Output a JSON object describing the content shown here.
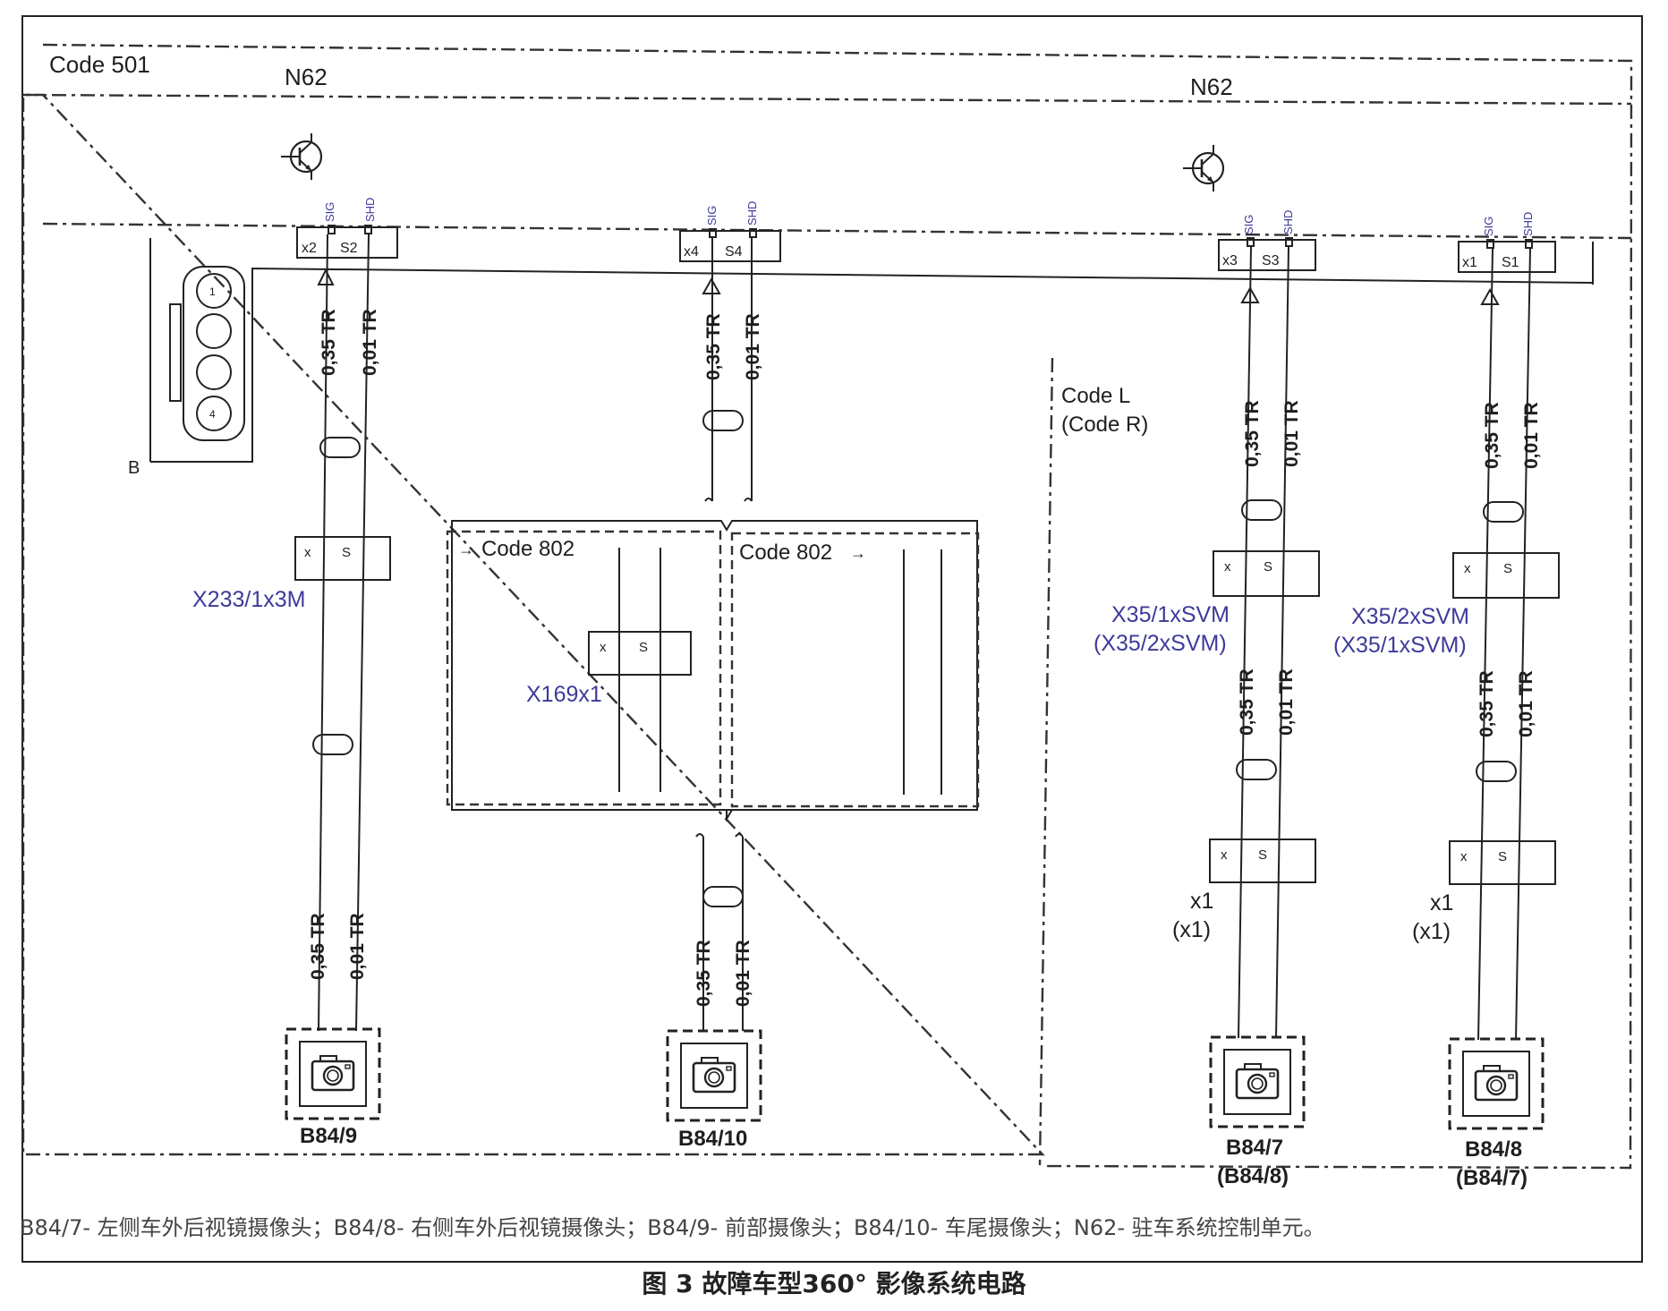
{
  "frame": {
    "code_label": "Code 501"
  },
  "modules": {
    "n62_left": "N62",
    "n62_right": "N62"
  },
  "connectors": {
    "left": {
      "x": "x2",
      "s": "S2",
      "sig": "SIG",
      "shd": "SHD"
    },
    "mid": {
      "x": "x4",
      "s": "S4",
      "sig": "SIG",
      "shd": "SHD"
    },
    "right1": {
      "x": "x3",
      "s": "S3",
      "sig": "SIG",
      "shd": "SHD"
    },
    "right2": {
      "x": "x1",
      "s": "S1",
      "sig": "SIG",
      "shd": "SHD"
    }
  },
  "plug": {
    "label": "B",
    "pin_top": "1",
    "pin_bottom": "4"
  },
  "wires": {
    "sig": "0,35 TR",
    "shd": "0,01 TR"
  },
  "inline_connectors": {
    "left": {
      "name": "X233/1x3M",
      "x": "x",
      "s": "S"
    },
    "mid": {
      "name": "X169x1",
      "x": "x",
      "s": "S"
    },
    "right1": {
      "name": "X35/1xSVM",
      "alt": "(X35/2xSVM)",
      "x": "x",
      "s": "S"
    },
    "right2": {
      "name": "X35/2xSVM",
      "alt": "(X35/1xSVM)",
      "x": "x",
      "s": "S"
    },
    "right1_lower": {
      "x": "x",
      "s": "S",
      "name": "x1",
      "alt": "(x1)"
    },
    "right2_lower": {
      "x": "x",
      "s": "S",
      "name": "x1",
      "alt": "(x1)"
    }
  },
  "code802": {
    "left": "Code 802",
    "right": "Code 802"
  },
  "codeL": {
    "line1": "Code L",
    "line2": "(Code R)"
  },
  "cameras": {
    "left": {
      "id": "B84/9"
    },
    "mid": {
      "id": "B84/10"
    },
    "right1": {
      "id": "B84/7",
      "alt": "(B84/8)"
    },
    "right2": {
      "id": "B84/8",
      "alt": "(B84/7)"
    }
  },
  "legend": "B84/7- 左侧车外后视镜摄像头；B84/8- 右侧车外后视镜摄像头；B84/9- 前部摄像头；B84/10- 车尾摄像头；N62- 驻车系统控制单元。",
  "caption": "图 3 故障车型360° 影像系统电路"
}
